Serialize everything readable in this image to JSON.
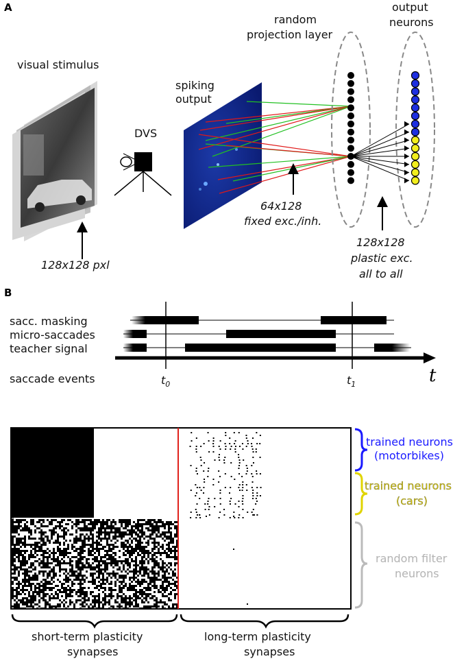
{
  "panelA": {
    "label": "A",
    "visual_stimulus": "visual stimulus",
    "dvs": "DVS",
    "spiking_output_1": "spiking",
    "spiking_output_2": "output",
    "random_projection_1": "random",
    "random_projection_2": "projection layer",
    "output_neurons_1": "output",
    "output_neurons_2": "neurons",
    "pxl_label": "128x128 pxl",
    "fixed_1": "64x128",
    "fixed_2": "fixed exc./inh.",
    "plastic_1": "128x128",
    "plastic_2": "plastic exc.",
    "plastic_3": "all to all"
  },
  "panelB": {
    "label": "B",
    "rows": [
      "sacc. masking",
      "micro-saccades",
      "teacher signal",
      "saccade events"
    ],
    "t_axis": "t",
    "t0": "t",
    "t0_sub": "0",
    "t1": "t",
    "t1_sub": "1"
  },
  "matrix": {
    "bracket_left": "short-term plasticity",
    "bracket_left_2": "synapses",
    "bracket_right": "long-term plasticity",
    "bracket_right_2": "synapses",
    "legend": [
      {
        "line1": "trained neurons",
        "line2": "(motorbikes)",
        "color": "#1a1aff"
      },
      {
        "line1": "trained neurons",
        "line2": "(cars)",
        "color": "#d4c400"
      },
      {
        "line1": "random filter",
        "line2": "neurons",
        "color": "#b3b3b3"
      }
    ]
  },
  "colors": {
    "blue_neuron": "#1d2fe0",
    "yellow_neuron": "#f2ee1e",
    "separator": "#e0201a"
  }
}
